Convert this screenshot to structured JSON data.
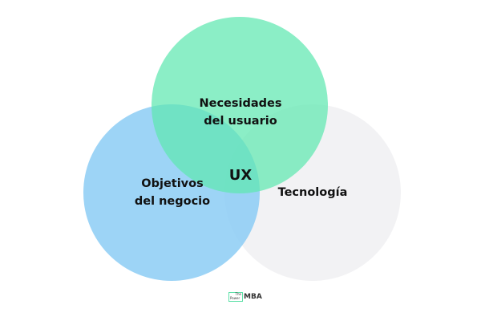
{
  "diagram": {
    "sets": [
      {
        "id": "user",
        "label_line1": "Necesidades",
        "label_line2": "del usuario",
        "color": "#86eec5"
      },
      {
        "id": "business",
        "label_line1": "Objetivos",
        "label_line2": "del negocio",
        "color": "#9fd4f6"
      },
      {
        "id": "tech",
        "label": "Tecnología",
        "color": "#f1f1f3"
      }
    ],
    "intersection_label": "UX"
  },
  "logo": {
    "small_line1": "The",
    "small_line2": "Power",
    "main": "MBA"
  }
}
